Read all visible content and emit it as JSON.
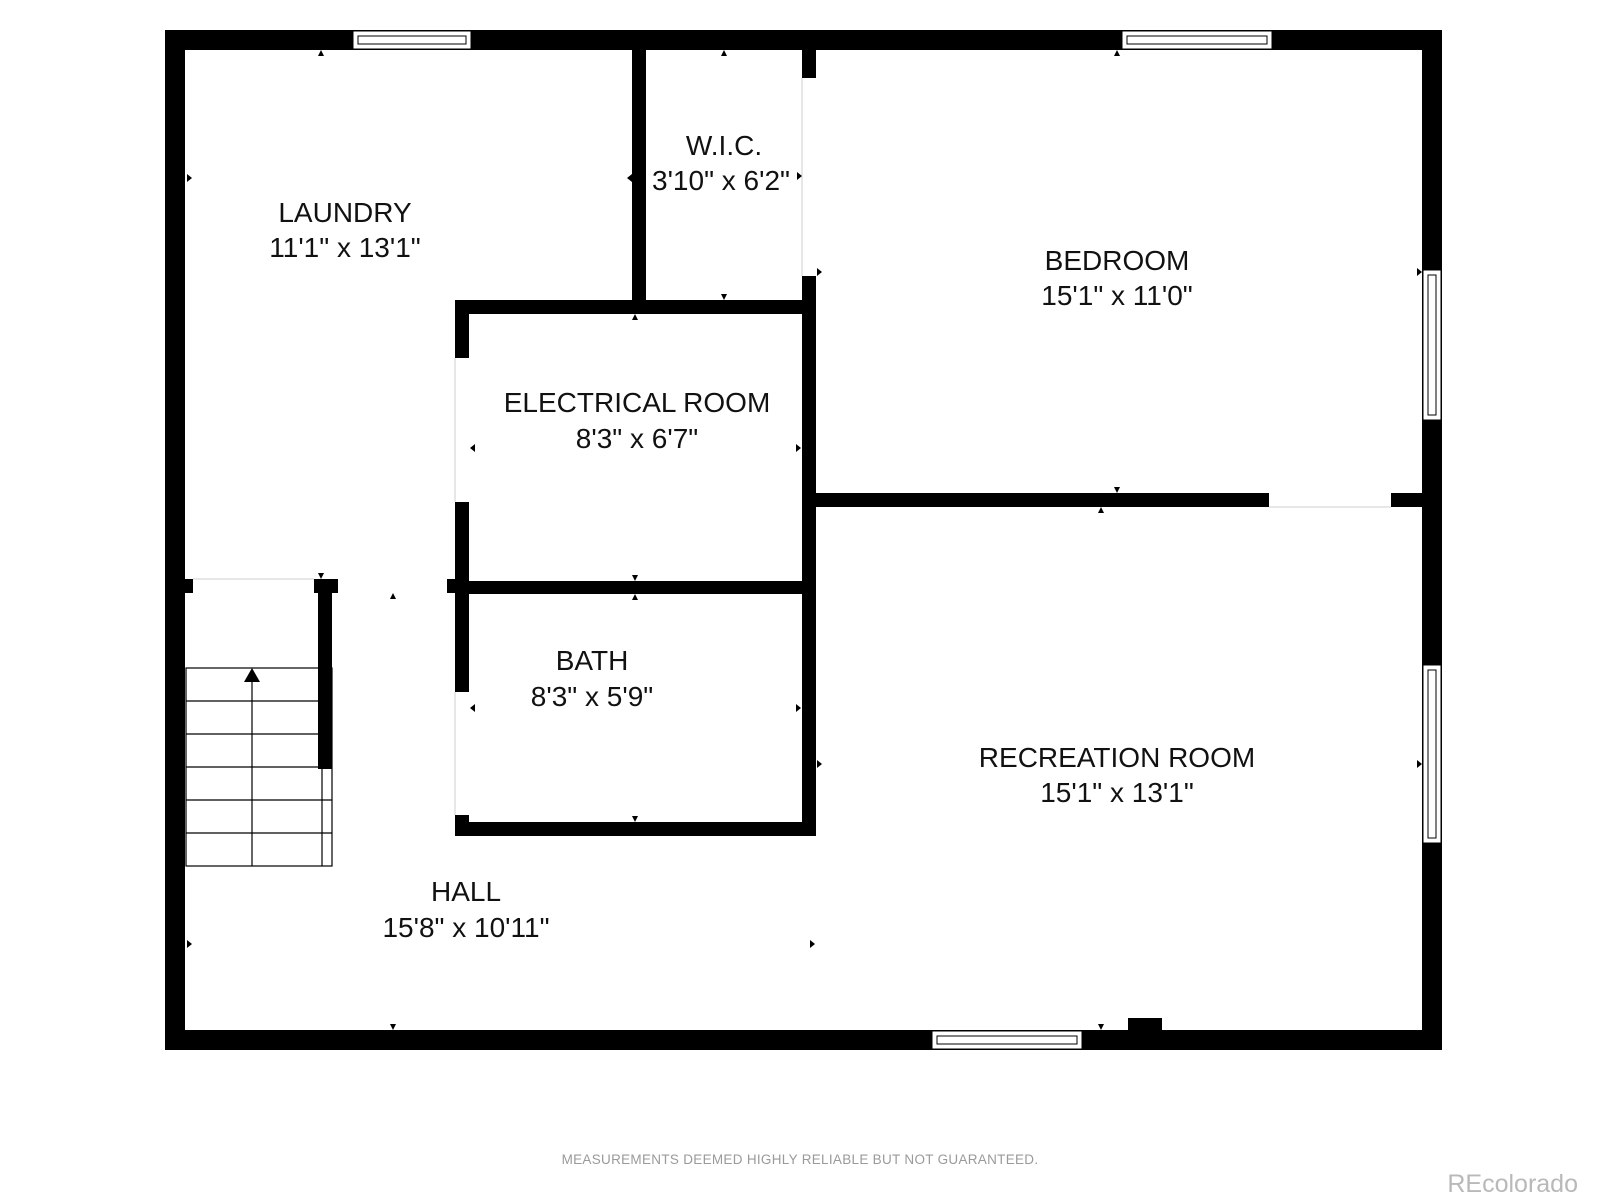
{
  "rooms": [
    {
      "id": "laundry",
      "name": "LAUNDRY",
      "dimensions": "11'1\" x 13'1\""
    },
    {
      "id": "wic",
      "name": "W.I.C.",
      "dimensions": "3'10\" x 6'2\""
    },
    {
      "id": "bedroom",
      "name": "BEDROOM",
      "dimensions": "15'1\" x 11'0\""
    },
    {
      "id": "electrical",
      "name": "ELECTRICAL ROOM",
      "dimensions": "8'3\" x 6'7\""
    },
    {
      "id": "bath",
      "name": "BATH",
      "dimensions": "8'3\" x 5'9\""
    },
    {
      "id": "recreation",
      "name": "RECREATION ROOM",
      "dimensions": "15'1\" x 13'1\""
    },
    {
      "id": "hall",
      "name": "HALL",
      "dimensions": "15'8\" x 10'11\""
    }
  ],
  "footer": {
    "disclaimer": "MEASUREMENTS DEEMED HIGHLY RELIABLE BUT NOT GUARANTEED.",
    "brand": "REcolorado"
  },
  "colors": {
    "wall": "#000000",
    "background": "#ffffff",
    "footer_text": "#9a9a9a",
    "brand_text": "#b9b9b9"
  }
}
